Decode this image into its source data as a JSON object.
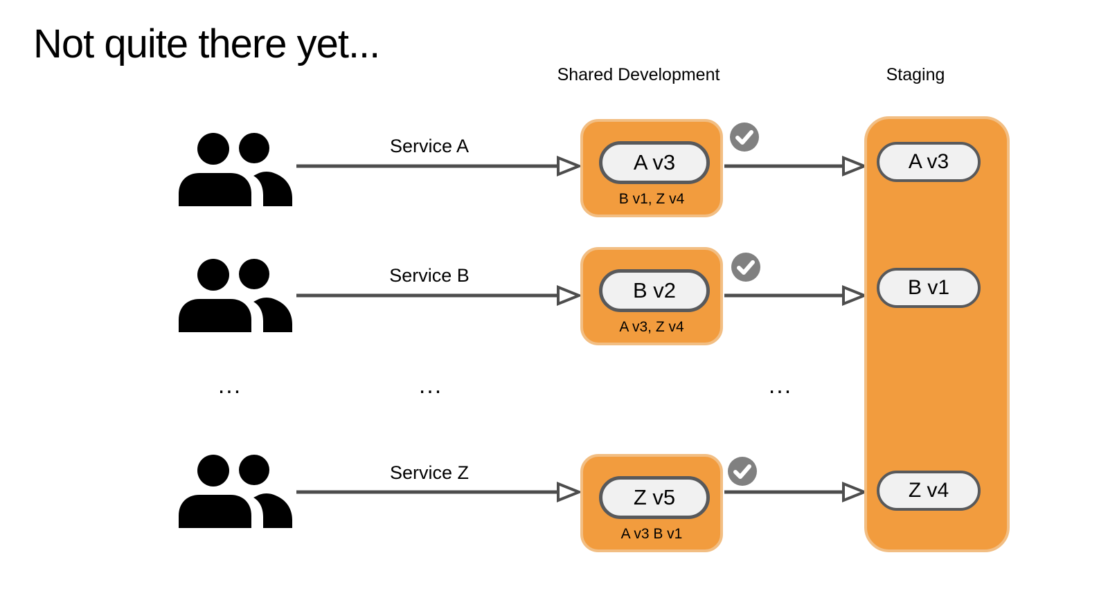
{
  "title": "Not quite there yet...",
  "columns": {
    "shared_development": "Shared Development",
    "staging": "Staging"
  },
  "rows": [
    {
      "team": "team-service-a",
      "service_label": "Service A",
      "dev_version": "A v3",
      "dev_dependencies": "B v1, Z v4",
      "approved": true,
      "staging_version": "A v3"
    },
    {
      "team": "team-service-b",
      "service_label": "Service B",
      "dev_version": "B v2",
      "dev_dependencies": "A v3, Z v4",
      "approved": true,
      "staging_version": "B v1"
    },
    {
      "team": "team-service-z",
      "service_label": "Service Z",
      "dev_version": "Z v5",
      "dev_dependencies": "A v3 B v1",
      "approved": true,
      "staging_version": "Z v4"
    }
  ],
  "ellipsis": "...",
  "colors": {
    "box_fill": "#F29C3E",
    "box_border": "#F2BE83",
    "pill_fill": "#F1F1F1",
    "pill_border": "#58595B",
    "arrow": "#4D4D4D",
    "check_circle": "#808080",
    "check_mark": "#FFFFFF",
    "text": "#000000"
  }
}
